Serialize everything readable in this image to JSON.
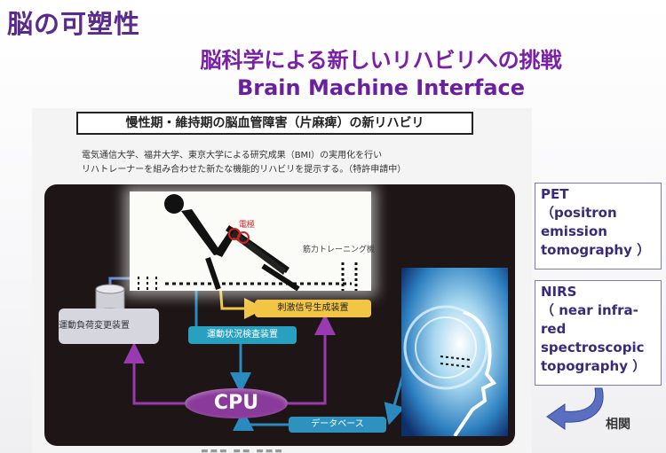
{
  "slide": {
    "title": "脳の可塑性",
    "subtitle_jp": "脳科学による新しいリハビリへの挑戦",
    "subtitle_en": "Brain Machine Interface"
  },
  "figure": {
    "header": "慢性期・維持期の脳血管障害（片麻痺）の新リハビリ",
    "description_line1": "電気通信大学、福井大学、東京大学による研究成果（BMI）の実用化を行い",
    "description_line2": "リハトレーナーを組み合わせた新たな機能的リハビリを提示する。（特許申請中）",
    "electrode_label": "電極",
    "muscle_trainer_label": "筋力トレーニング機",
    "load_device_label": "運動負荷変更装置",
    "stimulation_device_label": "刺激信号生成装置",
    "motion_check_label": "運動状況検査装置",
    "cpu_label": "CPU",
    "database_label": "データベース",
    "colors": {
      "cpu": "#8a3a9a",
      "stimulation": "#f2c544",
      "motion": "#28a0c0",
      "database": "#2e92c0",
      "arrow_purple": "#9a3ab0",
      "arrow_blue": "#2a8abf"
    }
  },
  "side": {
    "pet_lines": [
      "PET",
      "（positron",
      "emission",
      "tomography ）"
    ],
    "nirs_lines": [
      "NIRS",
      "（ near infra-",
      "red",
      "spectroscopic",
      "topography ）"
    ],
    "correlation_label": "相関",
    "arrow_icon": "curved-arrow-icon"
  }
}
